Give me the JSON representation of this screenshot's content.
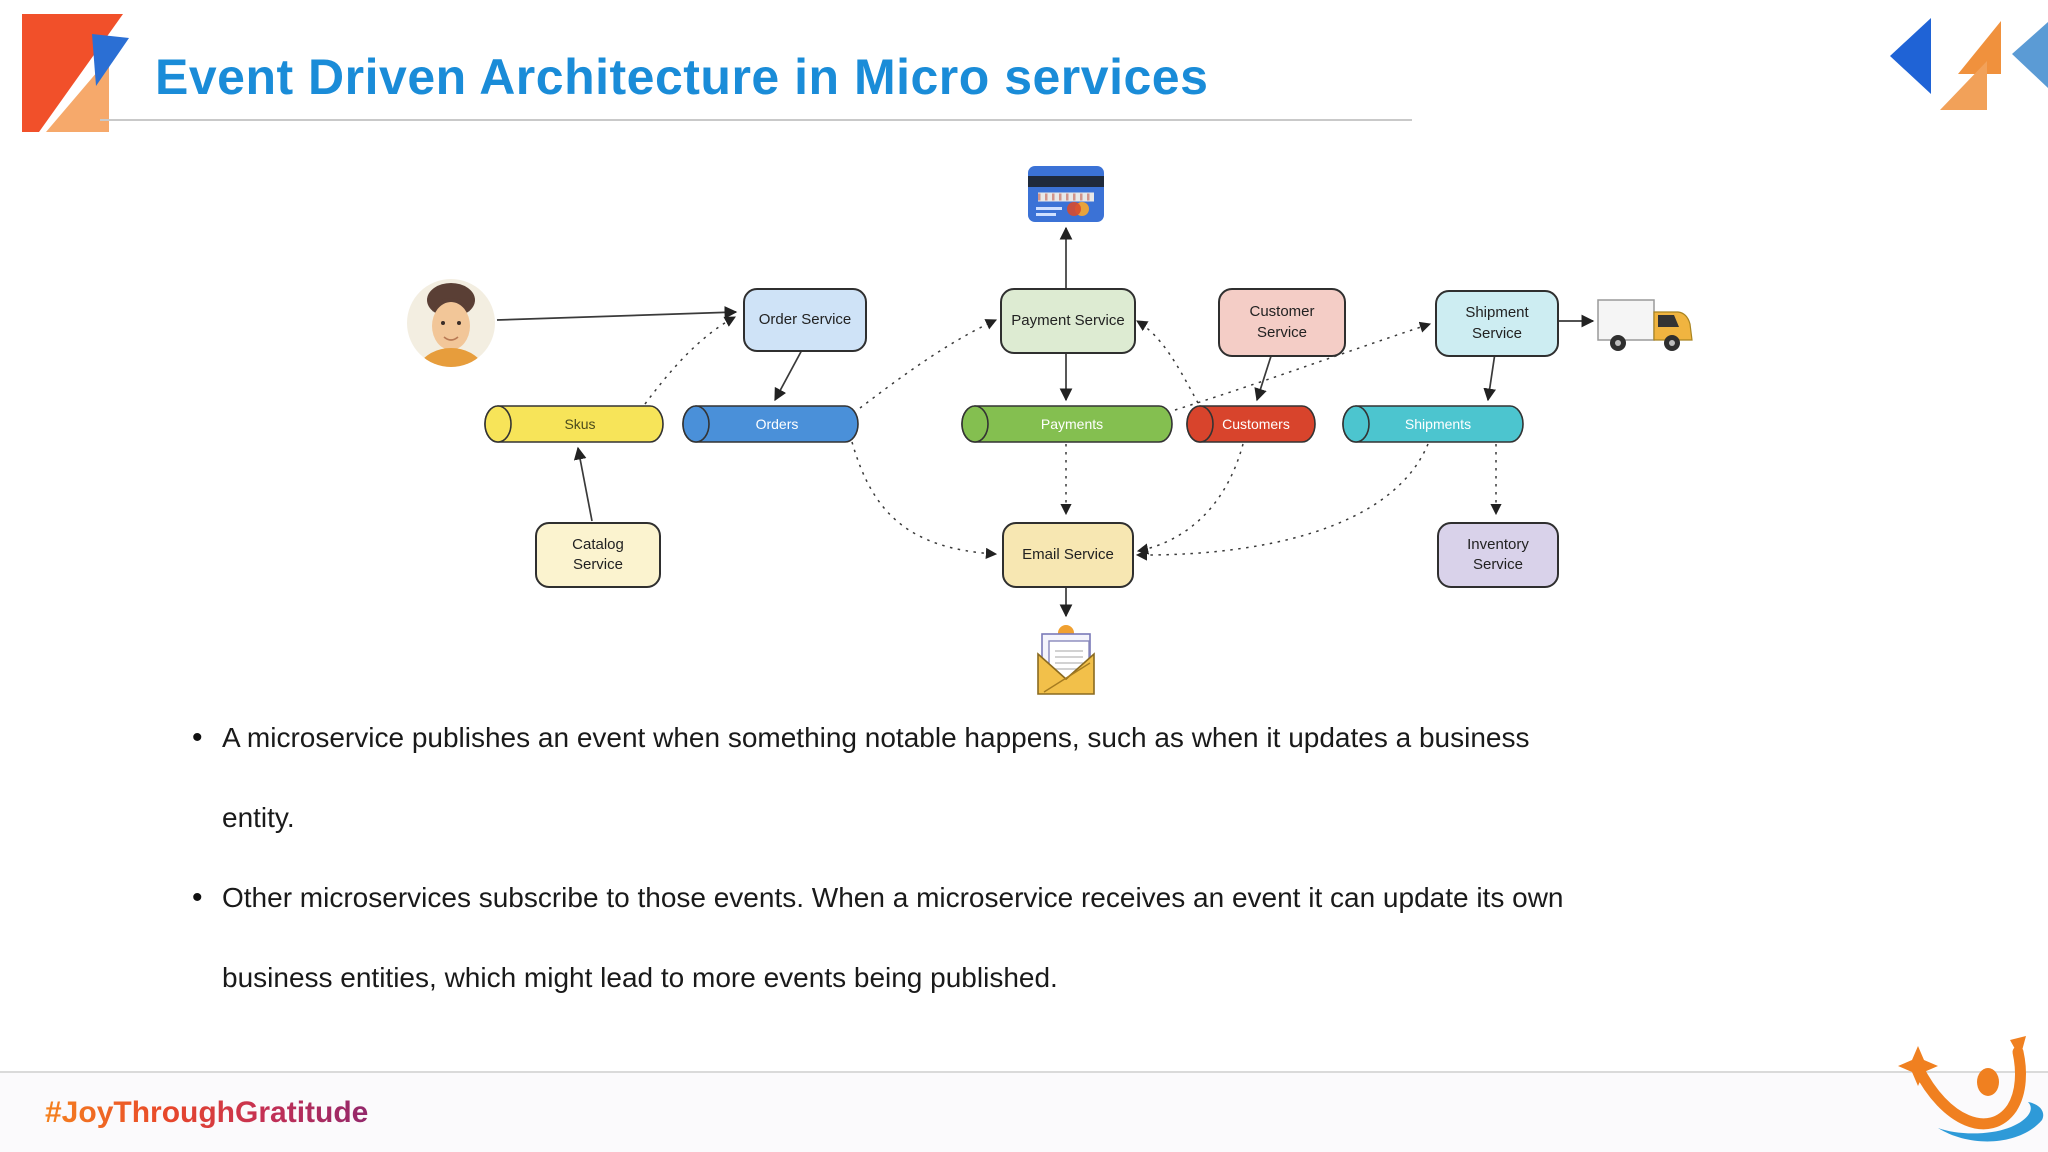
{
  "slide": {
    "title": "Event Driven Architecture in Micro services",
    "title_color": "#1a8cd8",
    "footer_hashtag": "#JoyThroughGratitude",
    "footer_gradient": [
      "#f5821f",
      "#e8472a",
      "#93276b"
    ]
  },
  "diagram": {
    "services": [
      {
        "id": "order",
        "label": "Order Service",
        "color": "#cfe3f7"
      },
      {
        "id": "payment",
        "label": "Payment Service",
        "color": "#ddebd2"
      },
      {
        "id": "customer",
        "label": "Customer\nService",
        "color": "#f4cdc6"
      },
      {
        "id": "shipment",
        "label": "Shipment\nService",
        "color": "#cdedf2"
      },
      {
        "id": "catalog",
        "label": "Catalog\nService",
        "color": "#fbf3cf"
      },
      {
        "id": "email",
        "label": "Email Service",
        "color": "#f7e7b2"
      },
      {
        "id": "inventory",
        "label": "Inventory\nService",
        "color": "#d9d2ea"
      }
    ],
    "topics": [
      {
        "id": "skus",
        "label": "Skus",
        "color": "#f7e459",
        "label_color": "#4b4b1c"
      },
      {
        "id": "orders",
        "label": "Orders",
        "color": "#4a90d9",
        "label_color": "#ffffff"
      },
      {
        "id": "payments",
        "label": "Payments",
        "color": "#84bf50",
        "label_color": "#ffffff"
      },
      {
        "id": "customers",
        "label": "Customers",
        "color": "#d8442c",
        "label_color": "#ffffff"
      },
      {
        "id": "shipments",
        "label": "Shipments",
        "color": "#4cc5cf",
        "label_color": "#ffffff"
      }
    ],
    "icons": [
      "user-avatar-icon",
      "credit-card-icon",
      "delivery-truck-icon",
      "open-envelope-icon"
    ]
  },
  "bullets": [
    {
      "lines": [
        "A microservice publishes an event when something notable happens, such as when it updates a business",
        "entity."
      ]
    },
    {
      "lines": [
        "Other microservices subscribe to those events. When a microservice receives an event it can update its own",
        "business entities, which might lead to more events being published."
      ]
    }
  ]
}
